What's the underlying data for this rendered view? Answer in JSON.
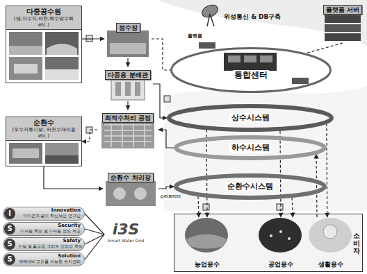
{
  "diagram": {
    "nodes": [
      {
        "text": [
          "다중공수원",
          "(댐,저수지,하천,해수담수화 etc.)"
        ]
      },
      {
        "text": [
          "정수장"
        ]
      },
      {
        "text": [
          "다중용 분배관"
        ]
      },
      {
        "text": [
          "최적수처리 공정"
        ]
      },
      {
        "text": [
          "순환수",
          "(우수저류시설, 하천수재이용 etc.)"
        ]
      },
      {
        "text": [
          "순환수 처리장"
        ]
      },
      {
        "text": [
          "통합센터"
        ]
      },
      {
        "text": [
          "상수시스템"
        ]
      },
      {
        "text": [
          "하수시스템"
        ]
      },
      {
        "text": [
          "순환수시스템"
        ]
      },
      {
        "text": [
          "플랫폼 서버"
        ]
      },
      {
        "text": [
          "소비자"
        ]
      },
      {
        "text": [
          "농업용수"
        ],
        "in": 11
      },
      {
        "text": [
          "공업용수"
        ],
        "in": 11
      },
      {
        "text": [
          "생활용수"
        ],
        "in": 11
      },
      {
        "text": [
          "I",
          "Innovation",
          "아이콘과 같이 혁신적인 연구단"
        ]
      },
      {
        "text": [
          "S",
          "Security",
          "수자원 확보 및 수자원 정보 제공"
        ]
      },
      {
        "text": [
          "S",
          "Safety",
          "수질 및 물공급 그리드 안정성 확보"
        ]
      },
      {
        "text": [
          "S",
          "Solution",
          "재해대비 고효율 지능형 유지관리"
        ]
      },
      {
        "text": [
          "i3S",
          "Smart Water Grid"
        ]
      }
    ],
    "edges": [
      {
        "from": 0,
        "to": 1,
        "arrow": "to"
      },
      {
        "from": 1,
        "to": 2,
        "arrow": "to"
      },
      {
        "from": 2,
        "to": 3,
        "arrow": "to"
      },
      {
        "from": 3,
        "to": 4,
        "arrow": "to"
      },
      {
        "from": 4,
        "to": 5,
        "arrow": "to"
      },
      {
        "from": 5,
        "to": 9,
        "arrow": "to"
      },
      {
        "from": 8,
        "to": 3,
        "arrow": "to"
      },
      {
        "from": 1,
        "to": 6,
        "arrow": "none"
      },
      {
        "from": 2,
        "to": 7,
        "arrow": "to"
      },
      {
        "from": 10,
        "to": 6,
        "arrow": "none"
      },
      {
        "from": 7,
        "to": 12,
        "arrow": "to"
      },
      {
        "from": 7,
        "to": 13,
        "arrow": "to"
      },
      {
        "from": 7,
        "to": 14,
        "arrow": "to"
      },
      {
        "from": 9,
        "to": 12,
        "arrow": "to"
      },
      {
        "from": 9,
        "to": 13,
        "arrow": "to"
      },
      {
        "from": 14,
        "to": 8,
        "arrow": "to"
      },
      {
        "from": 15,
        "to": 19,
        "arrow": "none"
      },
      {
        "from": 16,
        "to": 19,
        "arrow": "none"
      },
      {
        "from": 17,
        "to": 19,
        "arrow": "none"
      },
      {
        "from": 18,
        "to": 19,
        "arrow": "none"
      }
    ],
    "labels": [
      "위성통신 & DB구축",
      "플랫폼",
      "스마트미터"
    ]
  }
}
